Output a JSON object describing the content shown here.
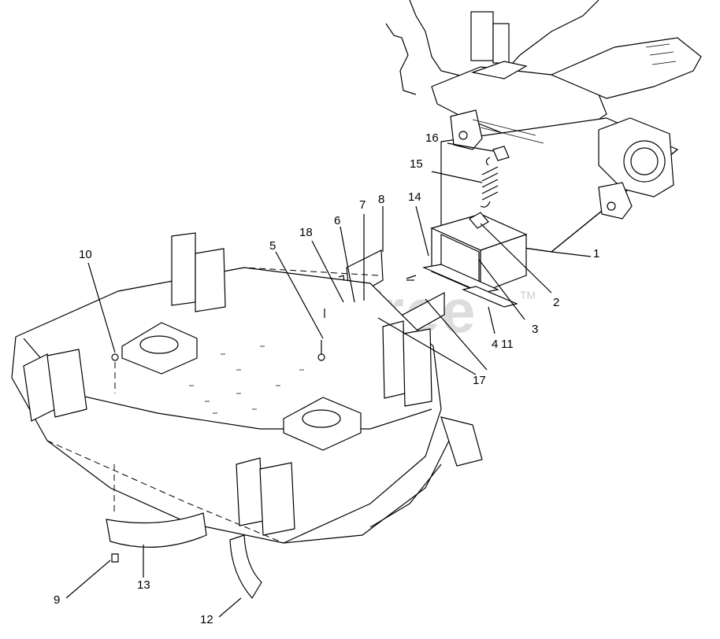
{
  "watermark": {
    "text": "PartsTree",
    "mark": "TM"
  },
  "callouts": [
    {
      "id": "c1",
      "label": "1"
    },
    {
      "id": "c2",
      "label": "2"
    },
    {
      "id": "c3",
      "label": "3"
    },
    {
      "id": "c4",
      "label": "4"
    },
    {
      "id": "c5",
      "label": "5"
    },
    {
      "id": "c6",
      "label": "6"
    },
    {
      "id": "c7",
      "label": "7"
    },
    {
      "id": "c8",
      "label": "8"
    },
    {
      "id": "c9",
      "label": "9"
    },
    {
      "id": "c10",
      "label": "10"
    },
    {
      "id": "c11",
      "label": "11"
    },
    {
      "id": "c12",
      "label": "12"
    },
    {
      "id": "c13",
      "label": "13"
    },
    {
      "id": "c14",
      "label": "14"
    },
    {
      "id": "c15",
      "label": "15"
    },
    {
      "id": "c16",
      "label": "16"
    },
    {
      "id": "c17",
      "label": "17"
    },
    {
      "id": "c18",
      "label": "18"
    }
  ]
}
